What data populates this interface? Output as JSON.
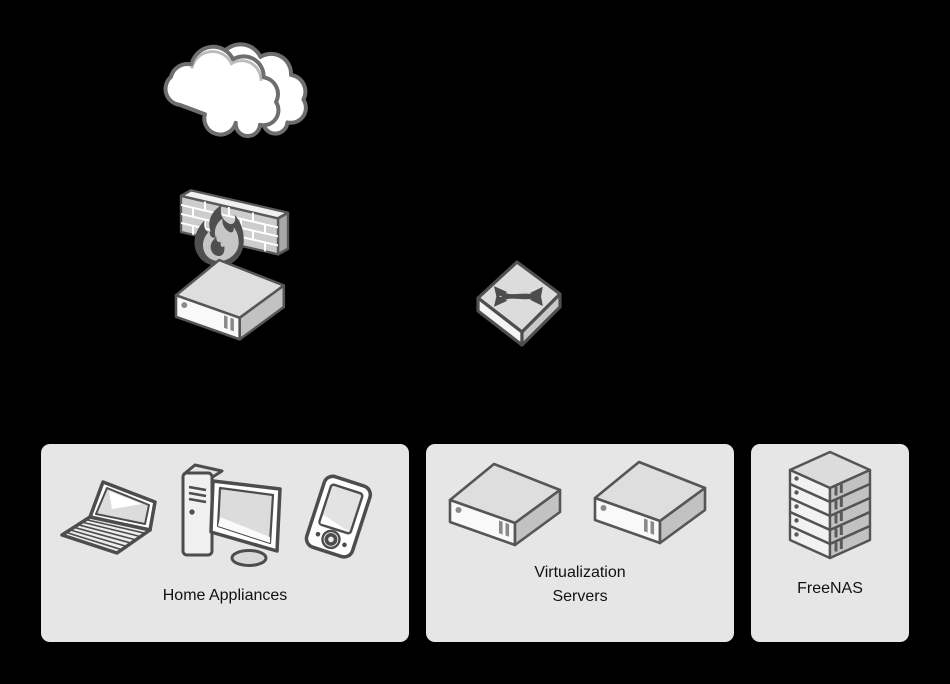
{
  "diagram": {
    "type": "network-topology",
    "background_color": "#000000",
    "panel_color": "#e6e6e6",
    "outline_color": "#545454",
    "icon_fill_light": "#f7f7f7",
    "icon_fill_mid": "#dedede",
    "icon_fill_dark": "#c2c2c2"
  },
  "top_icons": [
    {
      "id": "internet-cloud",
      "glyph": "double-cloud"
    },
    {
      "id": "firewall",
      "glyph": "brick-wall-with-flame"
    },
    {
      "id": "router",
      "glyph": "flat-network-box"
    },
    {
      "id": "network-switch",
      "glyph": "isometric-switch-crossed-arrows"
    }
  ],
  "panels": [
    {
      "label": "Home Appliances",
      "icons": [
        "laptop",
        "desktop-computer",
        "pda"
      ]
    },
    {
      "label": "Virtualization Servers",
      "icons": [
        "server",
        "server"
      ]
    },
    {
      "label": "FreeNAS",
      "icons": [
        "server-stack"
      ]
    }
  ]
}
